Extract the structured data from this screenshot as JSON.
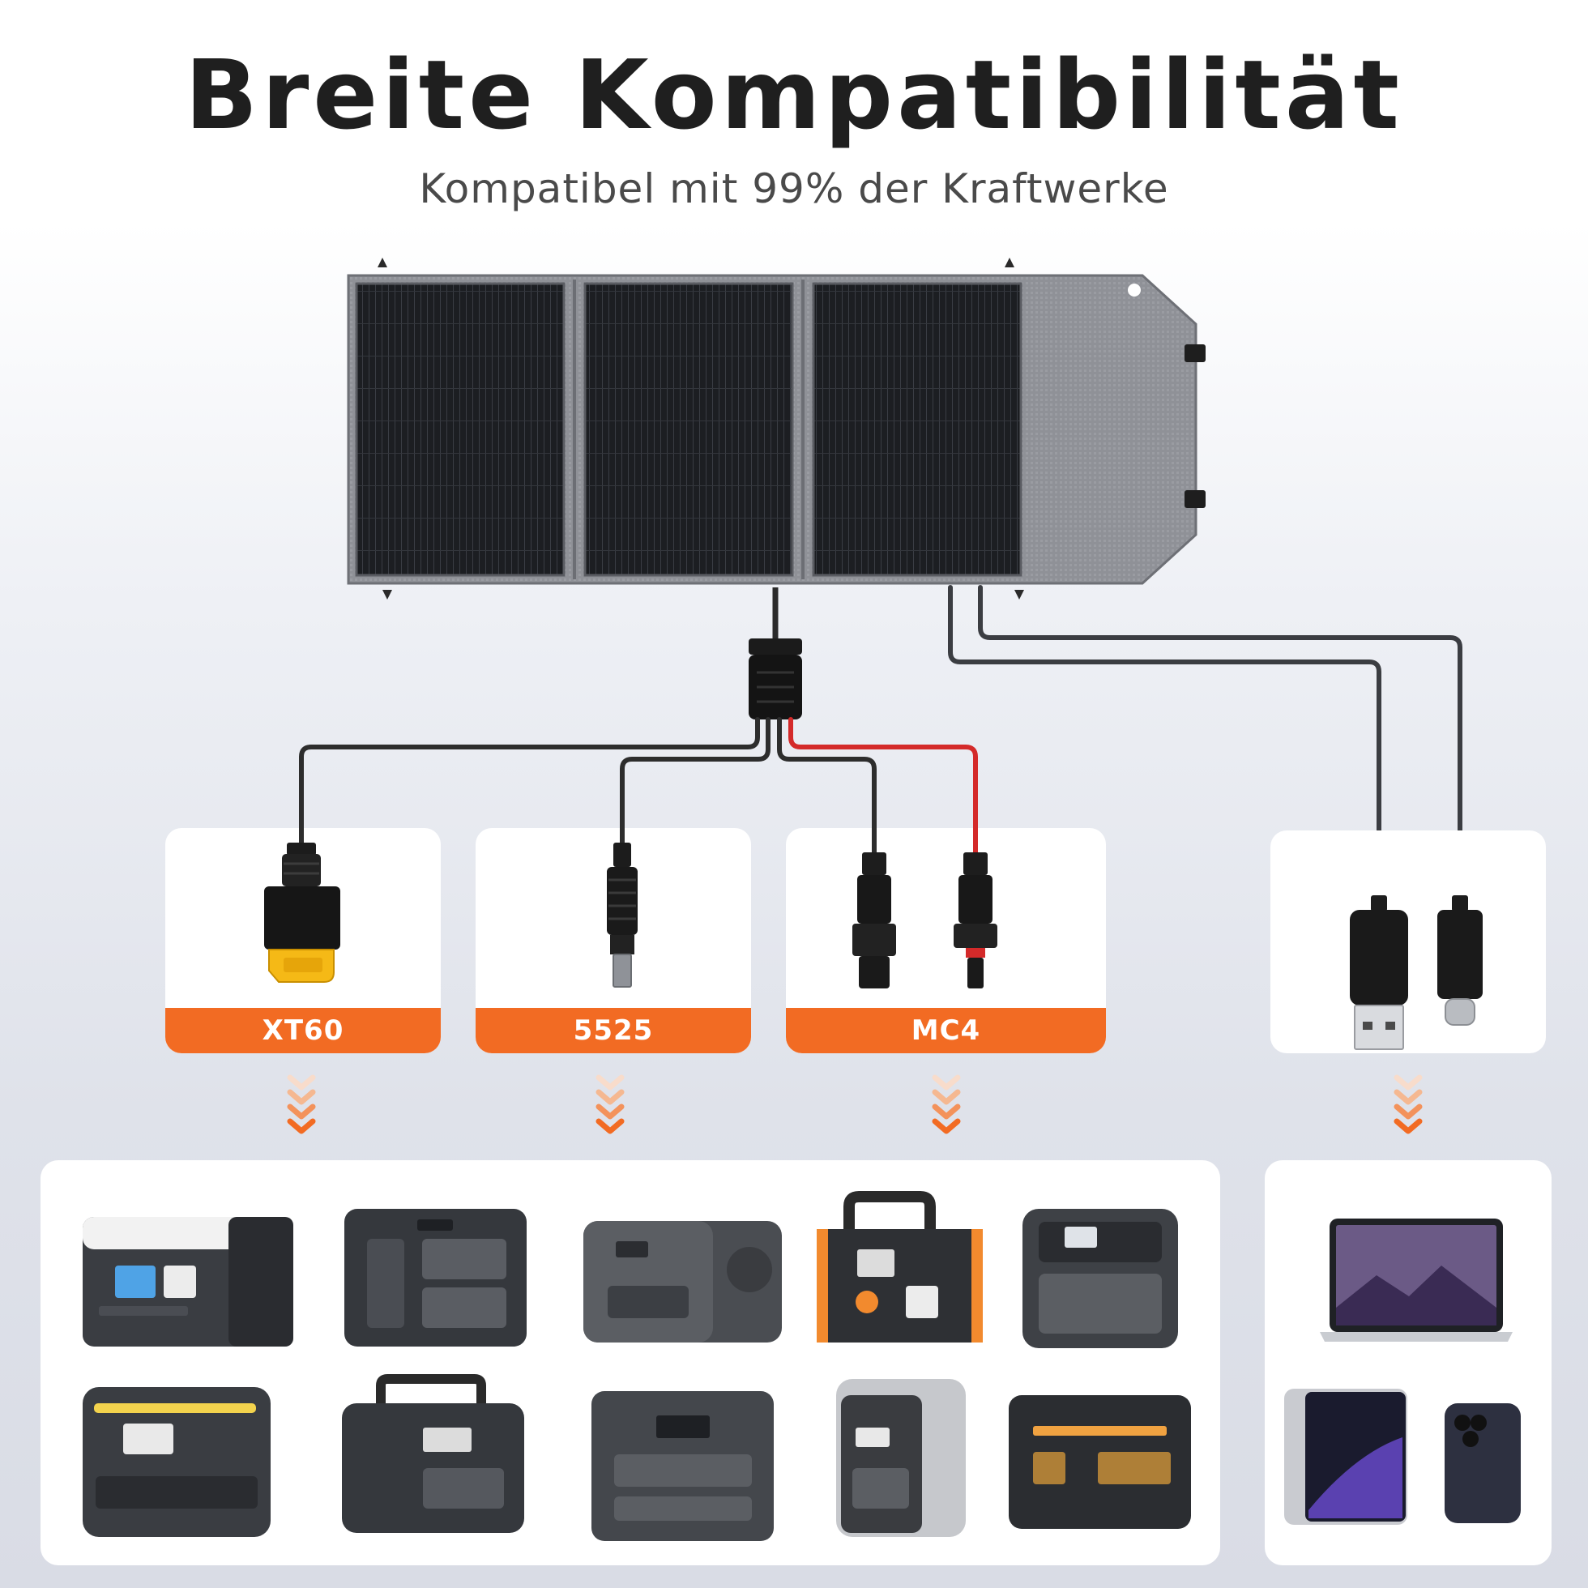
{
  "header": {
    "title": "Breite Kompatibilität",
    "subtitle": "Kompatibel mit 99% der Kraftwerke"
  },
  "connectors": [
    {
      "label": "XT60"
    },
    {
      "label": "5525"
    },
    {
      "label": "MC4"
    }
  ],
  "devices": {
    "power_stations_count": 10,
    "mobile_devices": [
      "laptop",
      "tablet",
      "smartphone"
    ]
  },
  "colors": {
    "accent_orange": "#f26b23",
    "mc4_red_wire": "#d42a2a",
    "panel_fabric": "#8e9096",
    "solar_cell": "#1c1e22"
  }
}
